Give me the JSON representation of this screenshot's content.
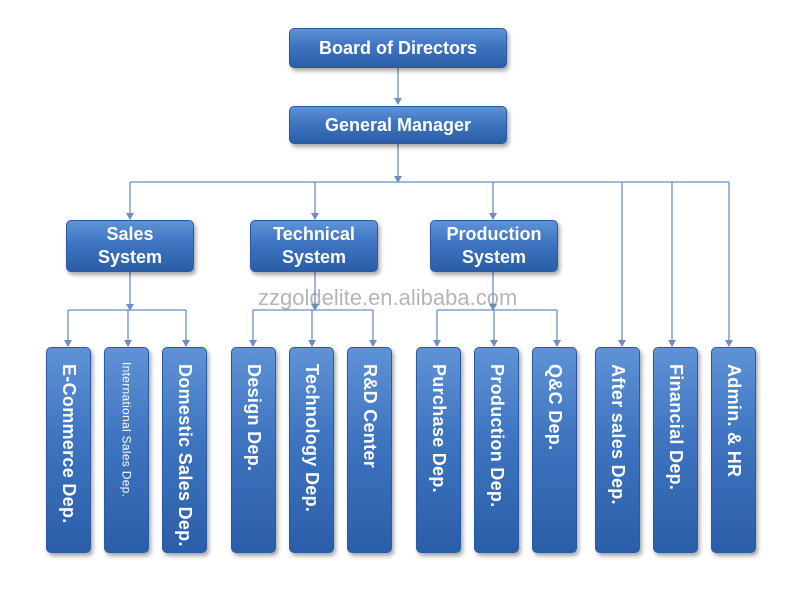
{
  "top": {
    "board": "Board of Directors",
    "gm": "General Manager"
  },
  "systems": {
    "sales": [
      "Sales",
      "System"
    ],
    "technical": [
      "Technical",
      "System"
    ],
    "production": [
      "Production",
      "System"
    ]
  },
  "departments": {
    "ecommerce": "E-Commerce Dep.",
    "international_sales": "International Sales Dep.",
    "domestic_sales": "Domestic Sales Dep.",
    "design": "Design Dep.",
    "technology": "Technology Dep.",
    "rd_center": "R&D Center",
    "purchase": "Purchase Dep.",
    "production": "Production Dep.",
    "qc": "Q&C Dep.",
    "after_sales": "After sales Dep.",
    "financial": "Financial Dep.",
    "admin_hr": "Admin. & HR"
  },
  "watermark": "zzgoldelite.en.alibaba.com",
  "colors": {
    "box_fill": "#3e74c0",
    "connector": "#6d8fbf",
    "text": "#ffffff"
  }
}
